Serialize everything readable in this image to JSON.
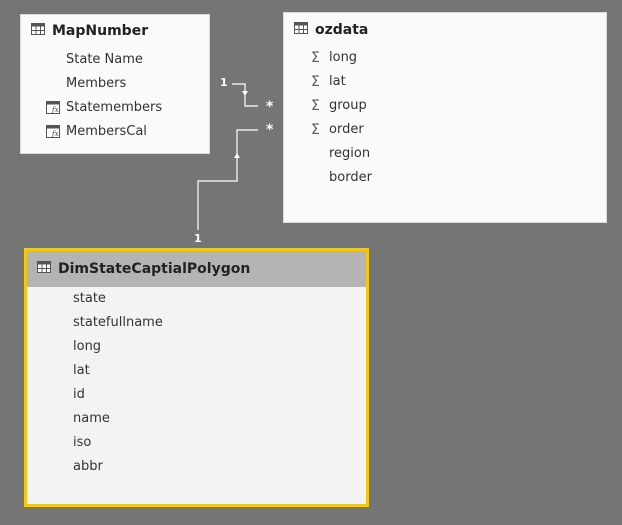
{
  "tables": {
    "mapnumber": {
      "title": "MapNumber",
      "fields": [
        "State Name",
        "Members",
        "Statemembers",
        "MembersCal"
      ]
    },
    "ozdata": {
      "title": "ozdata",
      "fields": [
        "long",
        "lat",
        "group",
        "order",
        "region",
        "border"
      ]
    },
    "dim": {
      "title": "DimStateCaptialPolygon",
      "fields": [
        "state",
        "statefullname",
        "long",
        "lat",
        "id",
        "name",
        "iso",
        "abbr"
      ]
    }
  },
  "relationships": {
    "one": "1",
    "many": "*"
  },
  "colors": {
    "canvas": "#757575",
    "selected_border": "#f2c811",
    "selected_header": "#b4b4b4"
  }
}
